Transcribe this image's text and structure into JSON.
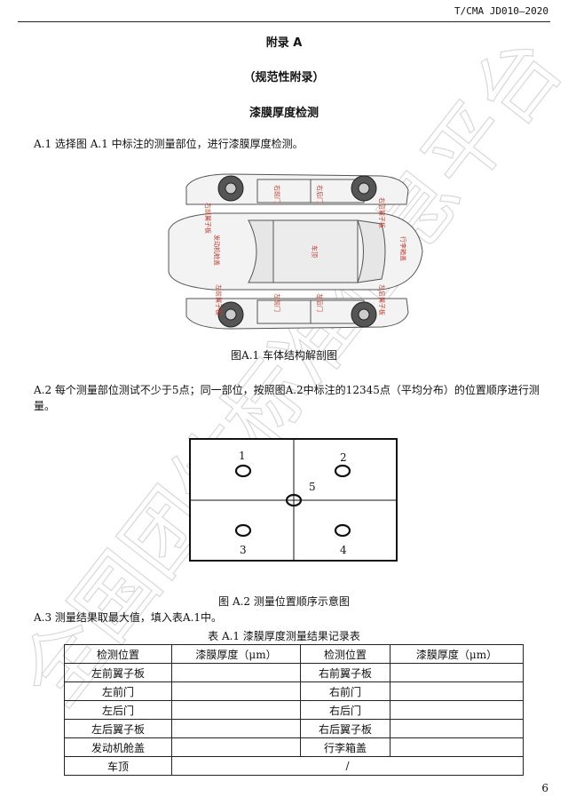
{
  "header": {
    "doc_no": "T/CMA JD010—2020"
  },
  "appendix": {
    "title": "附录 A",
    "subtitle": "（规范性附录）",
    "heading": "漆膜厚度检测"
  },
  "a1": {
    "text": "A.1  选择图 A.1 中标注的测量部位，进行漆膜厚度检测。"
  },
  "fig1": {
    "caption": "图A.1  车体结构解剖图",
    "labels": {
      "lf_fender": "左前翼子板",
      "lf_door": "左前门",
      "lr_door": "左后门",
      "lr_fender": "左后翼子板",
      "rf_fender": "右前翼子板",
      "rf_door": "右前门",
      "rr_door": "右后门",
      "rr_fender": "右后翼子板",
      "hood": "发动机舱盖",
      "roof": "车顶",
      "trunk": "行李箱盖"
    }
  },
  "a2": {
    "text": "A.2  每个测量部位测试不少于5点；同一部位，按照图A.2中标注的12345点（平均分布）的位置顺序进行测量。"
  },
  "fig2": {
    "points": [
      "1",
      "2",
      "3",
      "4",
      "5"
    ],
    "caption": "图 A.2  测量位置顺序示意图"
  },
  "a3": {
    "text": "A.3  测量结果取最大值，填入表A.1中。"
  },
  "table": {
    "title": "表 A.1  漆膜厚度测量结果记录表",
    "headers": [
      "检测位置",
      "漆膜厚度（μm）",
      "检测位置",
      "漆膜厚度（μm）"
    ],
    "rows": [
      [
        "左前翼子板",
        "",
        "右前翼子板",
        ""
      ],
      [
        "左前门",
        "",
        "右前门",
        ""
      ],
      [
        "左后门",
        "",
        "右后门",
        ""
      ],
      [
        "左后翼子板",
        "",
        "右后翼子板",
        ""
      ],
      [
        "发动机舱盖",
        "",
        "行李箱盖",
        ""
      ]
    ],
    "last_row": {
      "label": "车顶",
      "value": "/"
    }
  },
  "watermark": {
    "text": "全国团体标准信息平台"
  },
  "page_number": "6"
}
